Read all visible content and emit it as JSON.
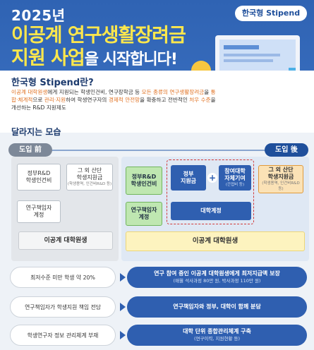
{
  "header": {
    "year": "2025년",
    "tag": "한국형 Stipend",
    "title_line1": "이공계 연구생활장려금",
    "title_line2_main": "지원 사업",
    "title_line2_rest": "을 시작합니다!"
  },
  "intro": {
    "heading": "한국형 Stipend란?",
    "desc_parts": [
      {
        "text": "이공계 대학원생",
        "hl": true
      },
      {
        "text": "에게 지원되는 학생인건비, 연구장학금 등 ",
        "hl": false
      },
      {
        "text": "모든 종류의 연구생활장려금",
        "hl": true
      },
      {
        "text": "을 ",
        "hl": false
      },
      {
        "text": "통합·체계적",
        "hl": true
      },
      {
        "text": "으로 ",
        "hl": false
      },
      {
        "text": "관리·지원",
        "hl": true
      },
      {
        "text": "하여 학생연구자의 ",
        "hl": false
      },
      {
        "text": "경제적 안전망",
        "hl": true
      },
      {
        "text": "을 확충하고 전반적인 ",
        "hl": false
      },
      {
        "text": "처우 수준",
        "hl": true
      },
      {
        "text": "을 개선하는 R&D 지원제도",
        "hl": false
      }
    ]
  },
  "section": {
    "title": "달라지는 모습",
    "before_label": "도입 前",
    "after_label": "도입 後"
  },
  "before": {
    "box1": "정부R&D\n학생인건비",
    "box2_main": "그 외 산단\n학생지원금",
    "box2_small": "(학생용역, 인건비R&D 등)",
    "box3": "연구책임자\n계정",
    "base": "이공계 대학원생"
  },
  "after": {
    "green1": "정부R&D\n학생인건비",
    "green2": "연구책임자\n계정",
    "blue1": "정부\n지원금",
    "blue2_main": "참여대학\n자체기여",
    "blue2_small": "(간접비 등)",
    "blue3": "대학계정",
    "orange_main": "그 외 산단\n학생지원금",
    "orange_small": "(학생용역, 인건비R&D 등)",
    "base": "이공계 대학원생"
  },
  "rows": [
    {
      "left": "최저수준 미만 학생 약 20%",
      "right": "연구 참여 중인 이공계 대학원생에게 최저지급액 보장",
      "right_small": "(매월 석사과정 80만 원, 박사과정 110만 원)"
    },
    {
      "left": "연구책임자가  학생지원 책임 전담",
      "right": "연구책임자와 정부, 대학이 함께 분담",
      "right_small": ""
    },
    {
      "left": "학생연구자  정보 관리체계 부재",
      "right": "대학 단위 종합관리체계 구축",
      "right_small": "(연구이력, 지원현황 등)"
    }
  ]
}
